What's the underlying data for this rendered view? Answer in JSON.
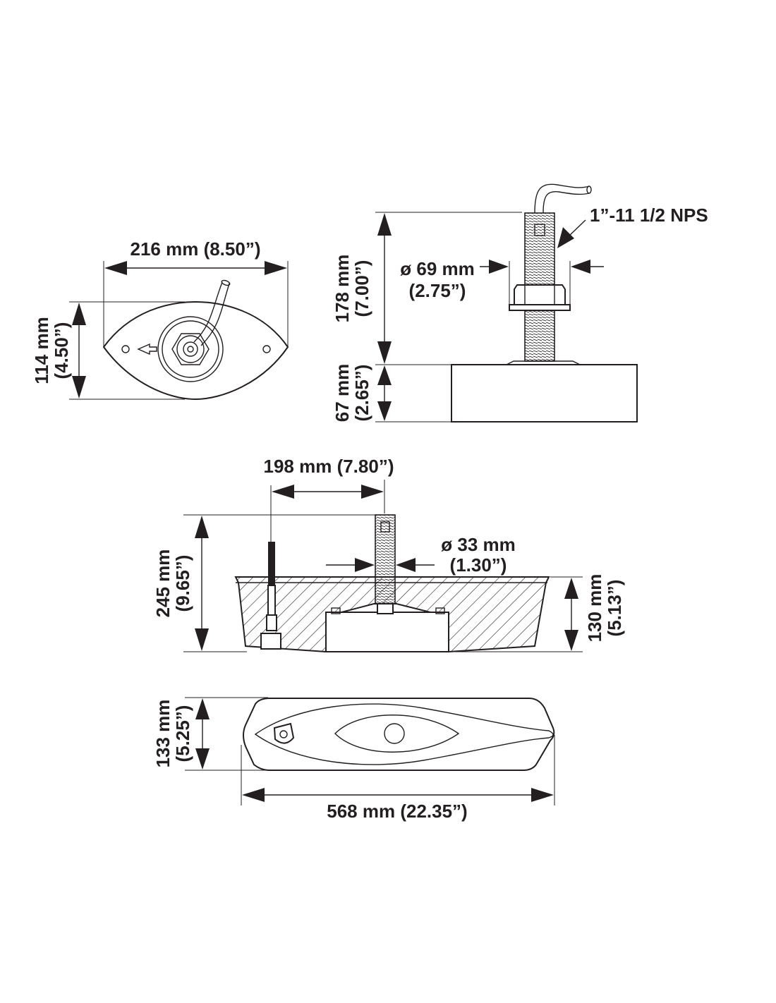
{
  "labels": {
    "top_width": "216 mm (8.50”)",
    "top_height_mm": "114 mm",
    "top_height_in": "(4.50”)",
    "thread_spec": "1”-11 1/2 NPS",
    "stem_dia_mm": "ø 69 mm",
    "stem_dia_in": "(2.75”)",
    "stem_height_mm": "178 mm",
    "stem_height_in": "(7.00”)",
    "base_height_mm": "67 mm",
    "base_height_in": "(2.65”)",
    "offset_width": "198 mm (7.80”)",
    "total_height_mm": "245 mm",
    "total_height_in": "(9.65”)",
    "shaft_dia_mm": "ø 33 mm",
    "shaft_dia_in": "(1.30”)",
    "block_height_mm": "130 mm",
    "block_height_in": "(5.13”)",
    "plan_height_mm": "133 mm",
    "plan_height_in": "(5.25”)",
    "plan_length": "568 mm (22.35”)"
  },
  "colors": {
    "ink": "#231f20",
    "background": "#ffffff"
  }
}
